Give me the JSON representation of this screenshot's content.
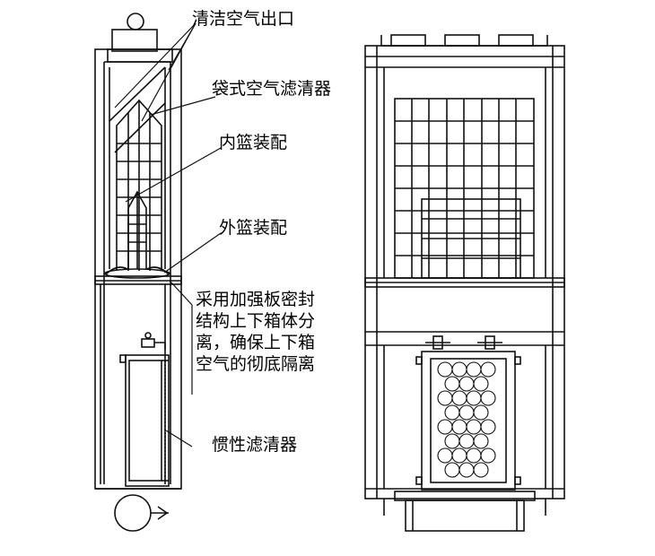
{
  "labels": {
    "clean_air_outlet": "清洁空气出口",
    "bag_filter": "袋式空气滤清器",
    "inner_basket": "内篮装配",
    "outer_basket": "外篮装配",
    "separation_note": [
      "采用加强板密封",
      "结构上下箱体分",
      "离，确保上下箱",
      "空气的彻底隔离"
    ],
    "inertial_filter": "惯性滤清器"
  }
}
